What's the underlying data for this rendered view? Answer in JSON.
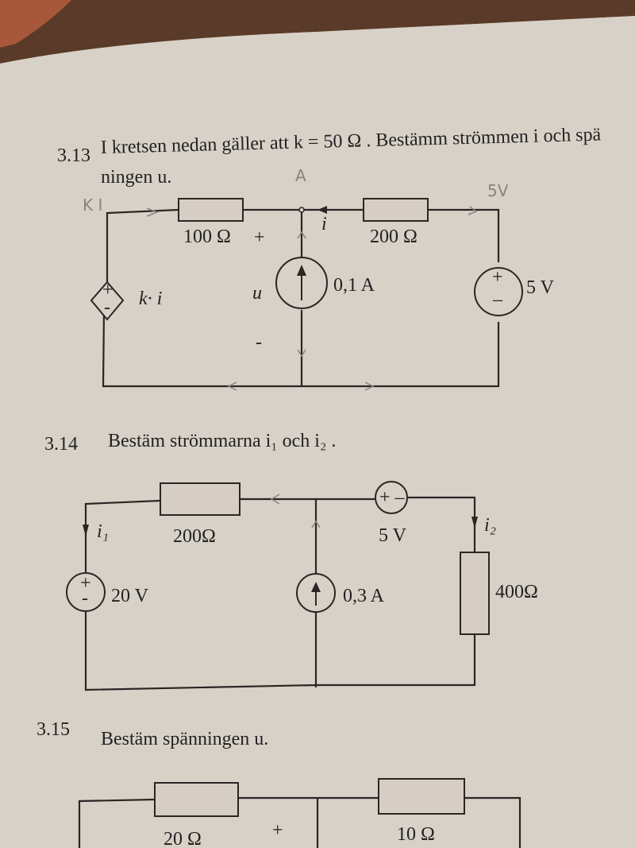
{
  "problems": [
    {
      "number": "3.13",
      "text_line1": "I kretsen nedan gäller att  k = 50 Ω . Bestämm strömmen i och spä",
      "text_line2": "ningen u.",
      "components": {
        "r1": "100 Ω",
        "r2": "200 Ω",
        "dep_source": "k· i",
        "current_source": "0,1 A",
        "voltage_source": "5 V",
        "voltage_label": "u",
        "current_label": "i",
        "plus": "+",
        "minus": "-"
      },
      "handwriting": {
        "node": "A",
        "top_right": "5V",
        "top_left": "K I"
      }
    },
    {
      "number": "3.14",
      "text": "Bestäm strömmarna i₁ och i₂ .",
      "components": {
        "r1": "200Ω",
        "r2": "400Ω",
        "voltage_source_left": "20 V",
        "voltage_source_top": "5 V",
        "current_source": "0,3 A",
        "i1": "i₁",
        "i2": "i₂"
      }
    },
    {
      "number": "3.15",
      "text": "Bestäm spänningen u.",
      "components": {
        "r1": "20 Ω",
        "r2": "10 Ω",
        "plus": "+"
      }
    }
  ]
}
